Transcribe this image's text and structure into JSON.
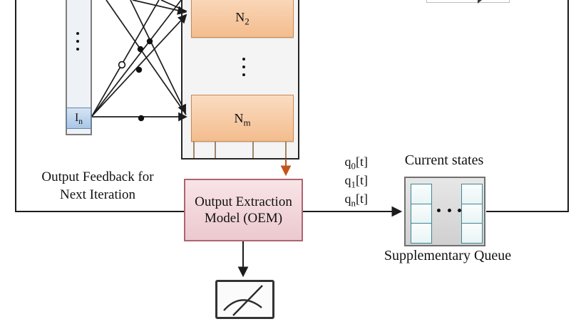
{
  "feedback": {
    "line1": "Output Feedback for",
    "line2": "Next Iteration"
  },
  "network": {
    "n2": {
      "base": "N",
      "sub": "2"
    },
    "nm": {
      "base": "N",
      "sub": "m"
    },
    "input": {
      "base": "I",
      "sub": "n"
    }
  },
  "oem": {
    "line1": "Output Extraction",
    "line2": "Model (OEM)"
  },
  "q_labels": [
    {
      "base": "q",
      "sub": "0",
      "rest": "[t]"
    },
    {
      "base": "q",
      "sub": "1",
      "rest": "[t]"
    },
    {
      "base": "q",
      "sub": "n",
      "rest": "[t]"
    }
  ],
  "queue": {
    "title": "Current states",
    "caption": "Supplementary Queue"
  },
  "icons": {
    "vertical_ellipsis": "⋮",
    "horizontal_ellipsis": "⋯",
    "gauge": "analog-meter-icon"
  },
  "colors": {
    "node_fill": "#f3bd8d",
    "node_border": "#c98a54",
    "container_fill": "#f4f4f4",
    "oem_fill": "#f0d2d6",
    "oem_border": "#ad6570",
    "input_fill": "#bdd3ea",
    "input_border": "#5f87ad",
    "queue_fill": "#dcdcdc",
    "queue_cell_border": "#3c8796",
    "arrow_orange": "#c0561c",
    "line": "#1c1c1c"
  }
}
